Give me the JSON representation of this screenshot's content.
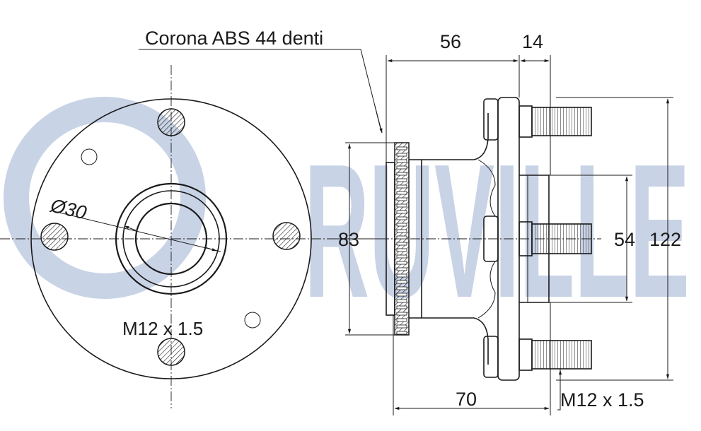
{
  "watermark": {
    "text": "RUVILLE",
    "color": "#c9d3e6"
  },
  "annotations": {
    "abs_ring": "Corona ABS 44 denti",
    "bore_diameter": "Ø30",
    "stud_thread_front": "M12 x 1.5",
    "stud_thread_side": "M12 x 1.5"
  },
  "dimensions": {
    "hub_length": "56",
    "flange_offset": "14",
    "ring_diameter": "83",
    "pilot_diameter": "54",
    "flange_diameter": "122",
    "overall_length": "70"
  }
}
